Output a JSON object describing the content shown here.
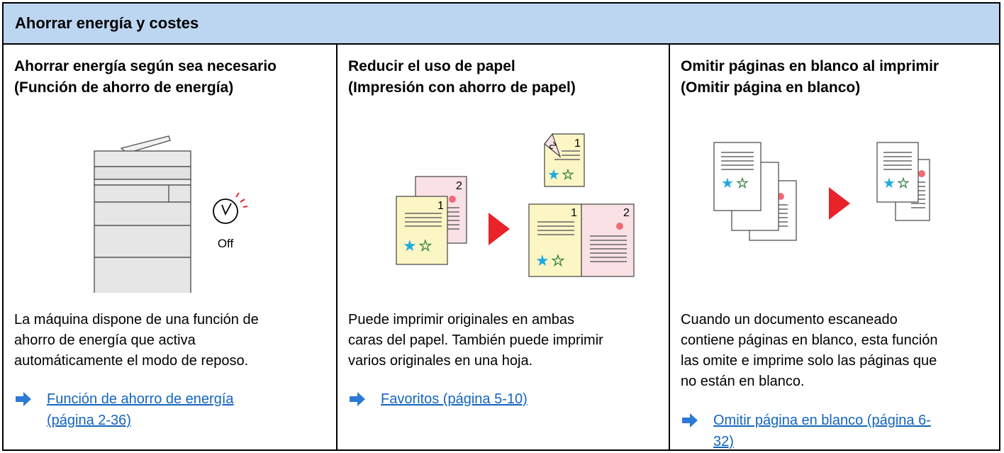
{
  "header": {
    "title": "Ahorrar energía y costes"
  },
  "columns": [
    {
      "title_line1": "Ahorrar energía según sea necesario",
      "title_line2": "(Función de ahorro de energía)",
      "illustration_label": "Off",
      "desc_lines": [
        "La máquina dispone de una función de",
        "ahorro de energía que activa",
        "automáticamente el modo de reposo."
      ],
      "link_lines": [
        "Función de ahorro de energía ",
        "(página 2-36)"
      ]
    },
    {
      "title_line1": "Reducir el uso de papel",
      "title_line2": "(Impresión con ahorro de papel)",
      "page_numbers": [
        "2",
        "1",
        "2",
        "1",
        "1",
        "2"
      ],
      "desc_lines": [
        "Puede imprimir originales en ambas",
        "caras del papel. También puede imprimir",
        "varios originales en una hoja."
      ],
      "link_lines": [
        "Favoritos (página 5-10)"
      ]
    },
    {
      "title_line1": "Omitir páginas en blanco al imprimir",
      "title_line2": "(Omitir página en blanco)",
      "desc_lines": [
        "Cuando un documento escaneado",
        "contiene páginas en blanco, esta función",
        "las omite e imprime solo las páginas que",
        "no están en blanco."
      ],
      "link_lines": [
        "Omitir página en blanco (página 6-",
        "32)"
      ]
    }
  ],
  "colors": {
    "header_bg": "#bcd6f2",
    "link": "#1565c0",
    "arrow": "#2a7ad6",
    "play_arrow": "#e8232a",
    "page_yellow": "#fbf6c4",
    "page_pink": "#f9e1e6",
    "star_blue": "#1fa9e1",
    "star_green": "#8fd39a"
  },
  "icons": [
    "printer-icon",
    "timer-icon",
    "next-arrow-icon",
    "link-arrow-icon"
  ]
}
